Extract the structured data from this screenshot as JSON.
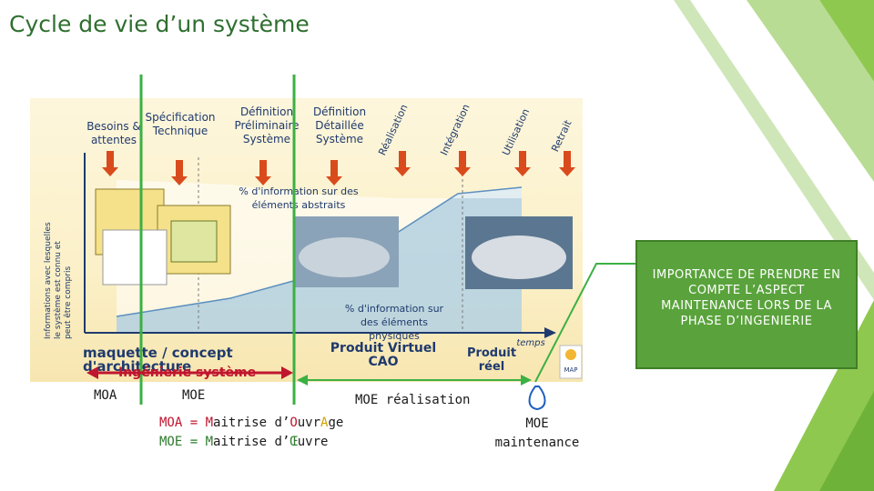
{
  "slide": {
    "title": "Cycle de vie d’un système"
  },
  "diagram": {
    "phases_top": [
      "Besoins & attentes",
      "Spécification Technique",
      "Définition Préliminaire Système",
      "Définition Détaillée Système"
    ],
    "phases_rotated": [
      "Réalisation",
      "Intégration",
      "Utilisation",
      "Retrait"
    ],
    "side_label": "Informations avec lesquelles le système est connu et peut être compris",
    "abstract_label": "% d'information sur des éléments abstraits",
    "physical_label": "% d'information sur des éléments physiques",
    "time_label": "temps",
    "bottom_maquette": "maquette / concept d'architecture",
    "bottom_virtuel": "Produit Virtuel CAO",
    "bottom_reel": "Produit réel",
    "logo_text": "MAP"
  },
  "annotations": {
    "ingenierie": "Ingénierie système",
    "moa": "MOA",
    "moe": "MOE",
    "moe_realisation": "MOE réalisation",
    "moa_def_prefix": "MOA = ",
    "moa_def_1": "M",
    "moa_def_2": "aitrise d’",
    "moa_def_3": "O",
    "moa_def_4": "uvr",
    "moa_def_5": "A",
    "moa_def_6": "ge",
    "moe_def_prefix": "MOE = ",
    "moe_def_1": "M",
    "moe_def_2": "aitrise d’",
    "moe_def_3": "Œ",
    "moe_def_4": "uvre",
    "moe_maintenance_1": "MOE",
    "moe_maintenance_2": "maintenance"
  },
  "callout": {
    "text": "IMPORTANCE DE PRENDRE EN COMPTE L’ASPECT MAINTENANCE LORS DE LA PHASE D’INGENIERIE"
  },
  "colors": {
    "accent_green": "#5aa33c",
    "line_green": "#3cb043",
    "red_arrow": "#c0152f",
    "diagram_blue": "#1f3a6e"
  }
}
